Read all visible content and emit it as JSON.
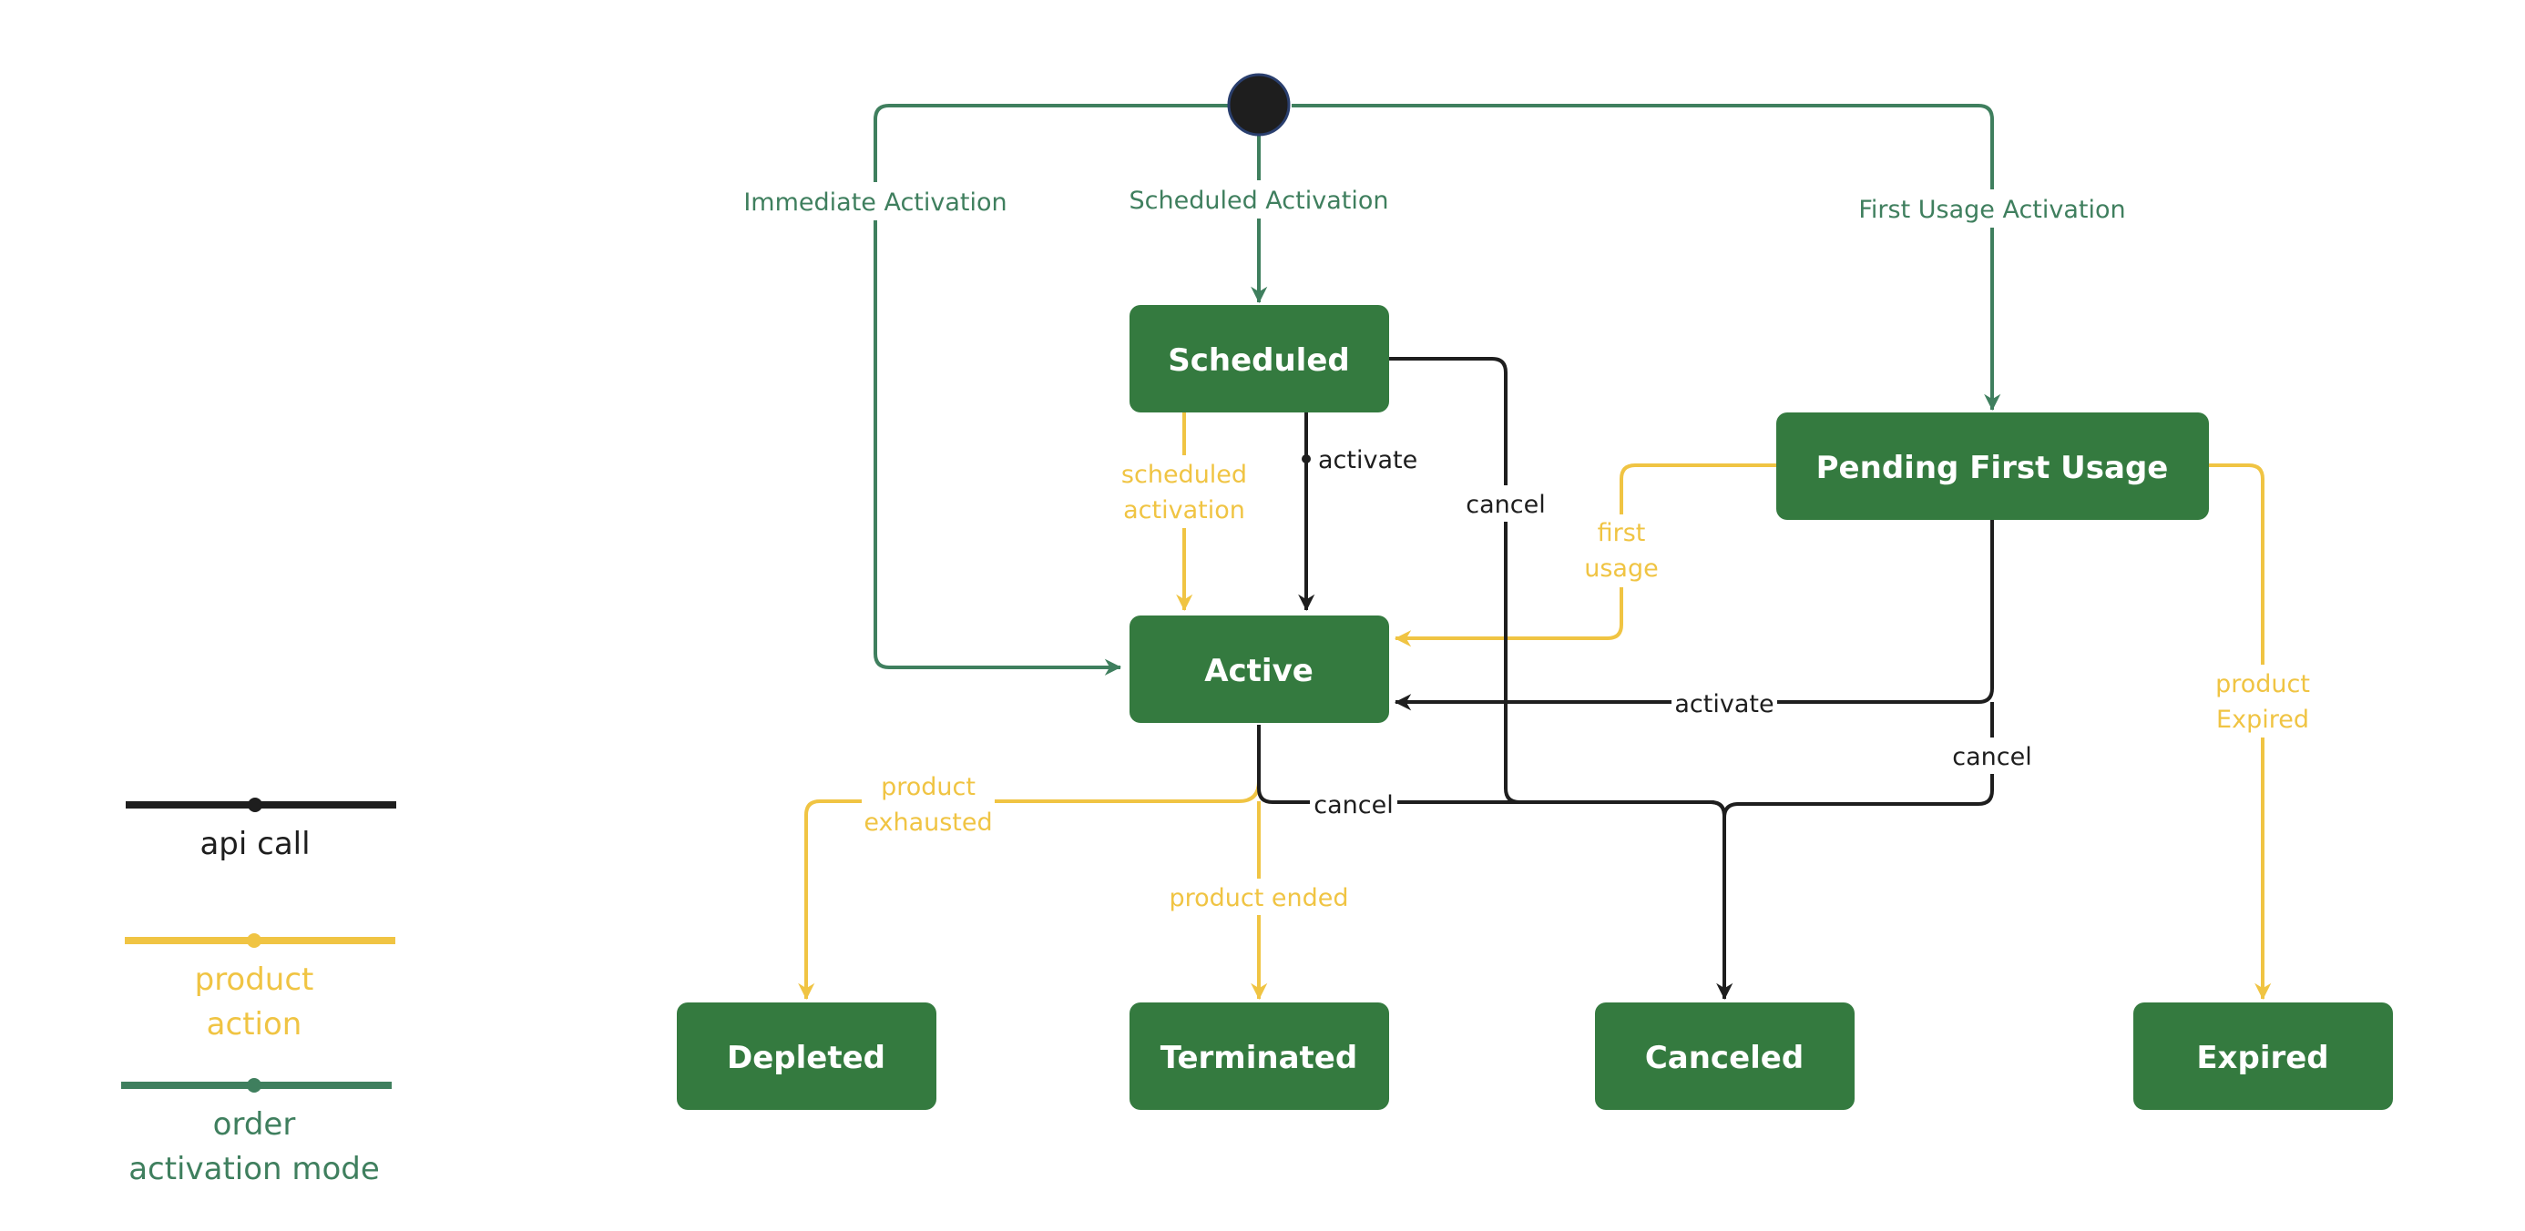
{
  "colors": {
    "state_fill": "#347a3f",
    "api_call": "#1e1e1e",
    "product_action": "#f0c443",
    "order_activation": "#3f7f5e",
    "initial_node": "#1e1e1e"
  },
  "states": {
    "scheduled": "Scheduled",
    "pending_first_usage": "Pending First Usage",
    "active": "Active",
    "depleted": "Depleted",
    "terminated": "Terminated",
    "canceled": "Canceled",
    "expired": "Expired"
  },
  "transitions": {
    "immediate_activation": "Immediate Activation",
    "scheduled_activation": "Scheduled Activation",
    "first_usage_activation": "First Usage Activation",
    "scheduled_activation_line1": "scheduled",
    "scheduled_activation_line2": "activation",
    "activate_from_scheduled": "activate",
    "cancel_from_scheduled": "cancel",
    "first_usage_line1": "first",
    "first_usage_line2": "usage",
    "activate_from_pending": "activate",
    "cancel_from_pending": "cancel",
    "product_expired_line1": "product",
    "product_expired_line2": "Expired",
    "product_exhausted_line1": "product",
    "product_exhausted_line2": "exhausted",
    "cancel_from_active": "cancel",
    "product_ended": "product ended"
  },
  "legend": {
    "api_call": "api call",
    "product_action_line1": "product",
    "product_action_line2": "action",
    "order_activation_line1": "order",
    "order_activation_line2": "activation mode"
  }
}
